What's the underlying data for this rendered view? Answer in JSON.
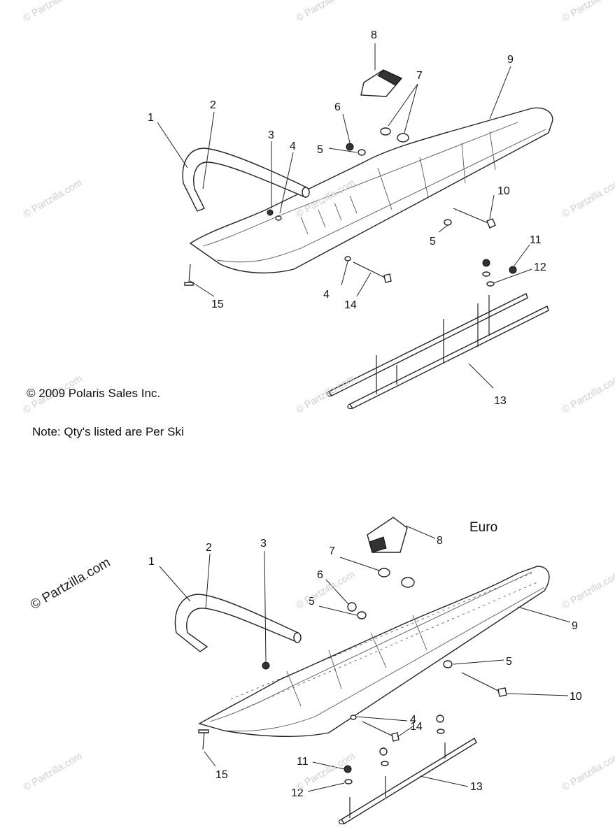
{
  "copyright": "© 2009 Polaris Sales Inc.",
  "note": "Note: Qty's listed are Per Ski",
  "variant_label": "Euro",
  "watermark": "© Partzilla.com",
  "top_callouts": [
    "1",
    "2",
    "3",
    "4",
    "5",
    "6",
    "7",
    "8",
    "9",
    "10",
    "11",
    "12",
    "13",
    "14",
    "15",
    "5",
    "4"
  ],
  "bottom_callouts": [
    "1",
    "2",
    "3",
    "7",
    "6",
    "5",
    "8",
    "9",
    "5",
    "10",
    "4",
    "14",
    "11",
    "12",
    "13",
    "15"
  ]
}
